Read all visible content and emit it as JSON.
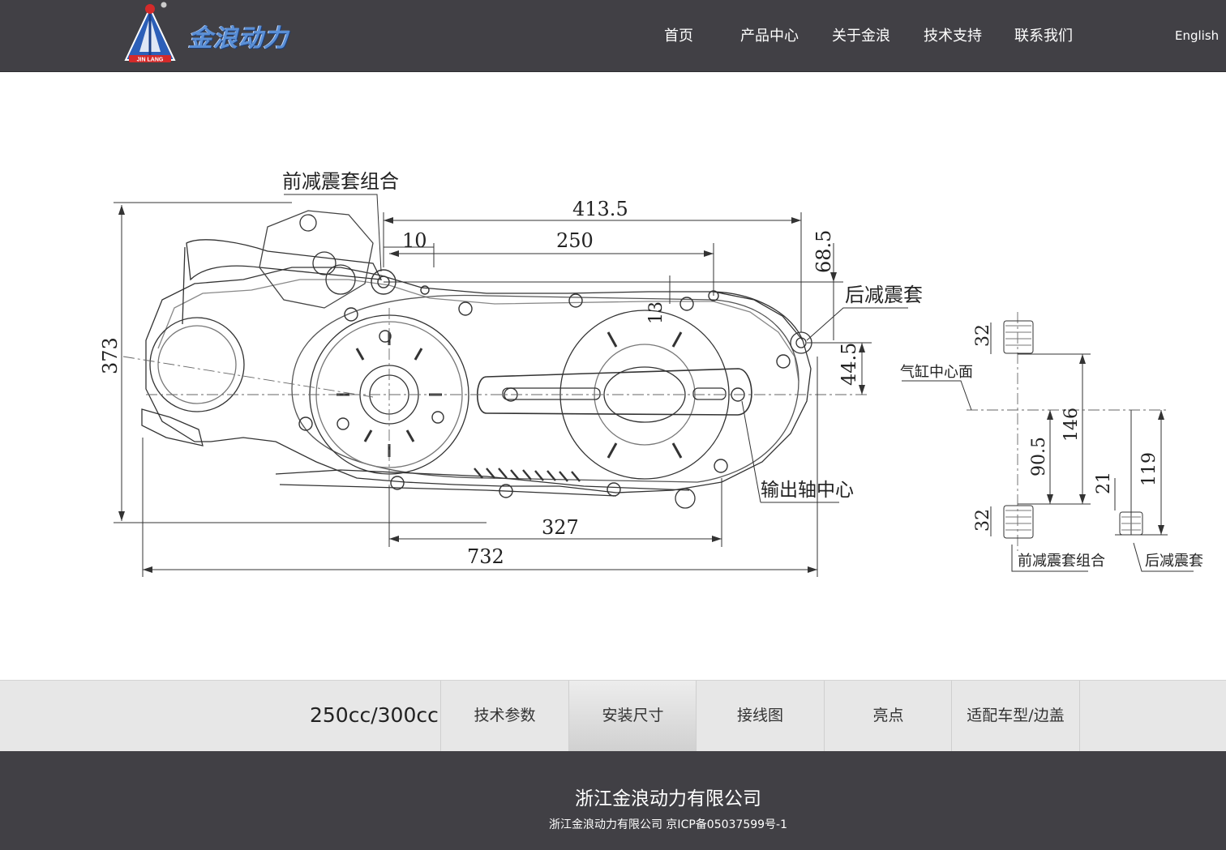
{
  "header": {
    "logo_text": "金浪动力",
    "logo_sub": "JIN LANG",
    "nav": [
      "首页",
      "产品中心",
      "关于金浪",
      "技术支持",
      "联系我们"
    ],
    "lang_label": "English"
  },
  "drawing": {
    "labels": {
      "front_damper_combo": "前减震套组合",
      "rear_damper": "后减震套",
      "cylinder_center": "气缸中心面",
      "output_shaft_center": "输出轴中心",
      "front_damper_combo_small": "前减震套组合",
      "rear_damper_small": "后减震套"
    },
    "dims": {
      "d413": "413.5",
      "d10": "10",
      "d250": "250",
      "d68": "68.5",
      "d13": "13",
      "d44": "44.5",
      "d373": "373",
      "d327": "327",
      "d732": "732",
      "d32a": "32",
      "d32b": "32",
      "d146": "146",
      "d90": "90.5",
      "d21": "21",
      "d119": "119"
    }
  },
  "tabs": {
    "model": "250cc/300cc",
    "items": [
      "技术参数",
      "安装尺寸",
      "接线图",
      "亮点",
      "适配车型/边盖"
    ],
    "active_index": 1
  },
  "footer": {
    "company": "浙江金浪动力有限公司",
    "sub": "浙江金浪动力有限公司  京ICP备05037599号-1"
  }
}
